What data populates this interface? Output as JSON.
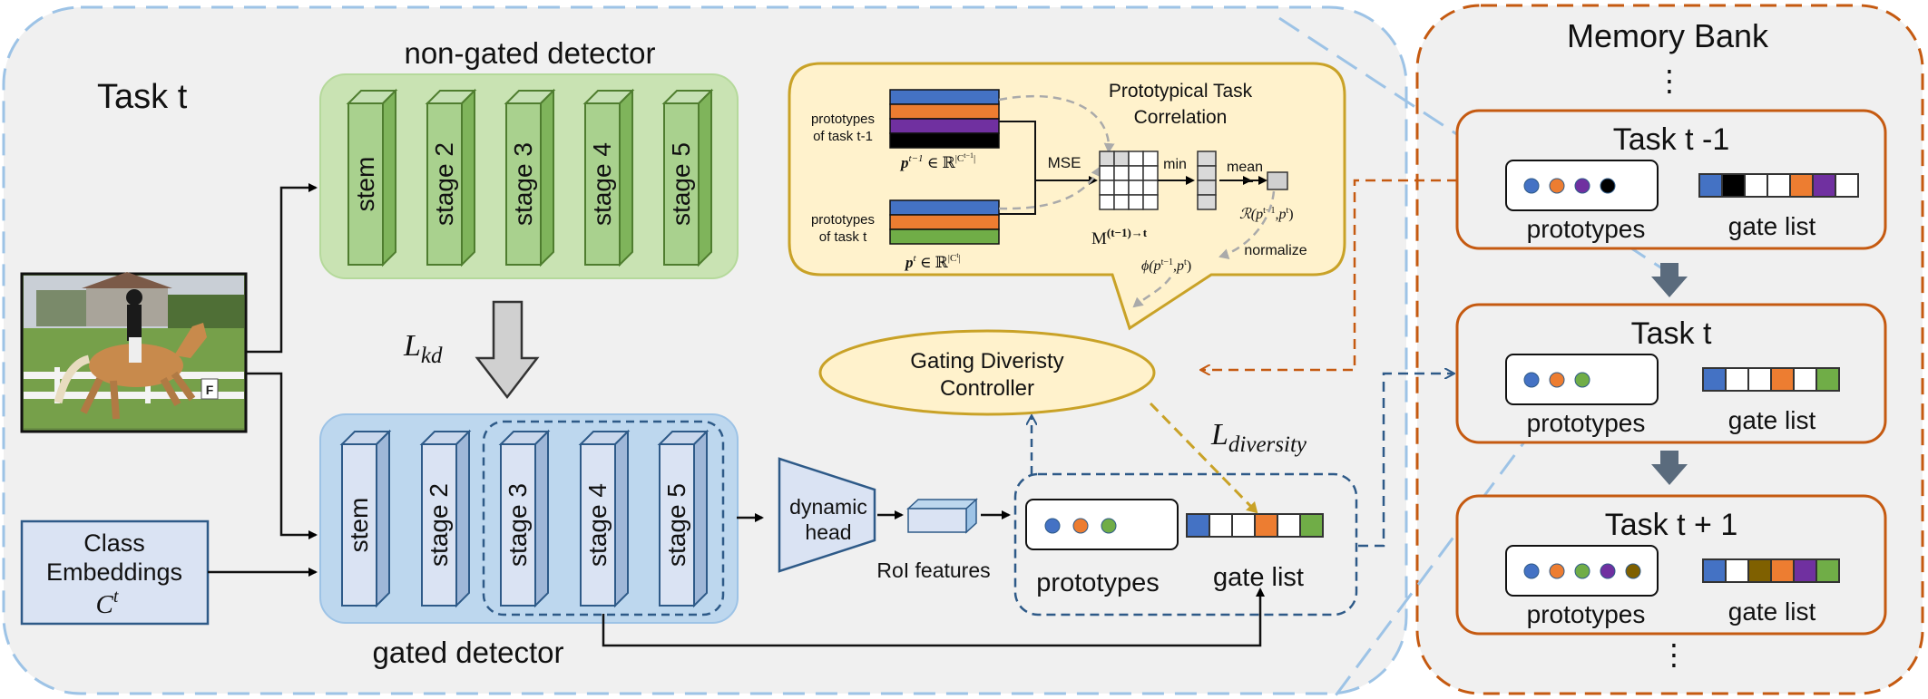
{
  "task_panel": {
    "title": "Task t",
    "non_gated_title": "non-gated detector",
    "gated_title": "gated detector",
    "kd_loss": "L",
    "kd_loss_sub": "kd",
    "ngd_stages": [
      "stem",
      "stage 2",
      "stage 3",
      "stage 4",
      "stage 5"
    ],
    "gd_stages": [
      "stem",
      "stage 2",
      "stage 3",
      "stage 4",
      "stage 5"
    ],
    "class_embeddings_line1": "Class",
    "class_embeddings_line2": "Embeddings",
    "class_embeddings_symbol": "C",
    "class_embeddings_sup": "t",
    "dynamic_head_line1": "dynamic",
    "dynamic_head_line2": "head",
    "roi_label": "RoI features",
    "prototypes_label": "prototypes",
    "gate_list_label": "gate list",
    "gating_line1": "Gating Diveristy",
    "gating_line2": "Controller",
    "diversity_loss": "L",
    "diversity_loss_sub": "diversity"
  },
  "correlation": {
    "title_line1": "Prototypical Task",
    "title_line2": "Correlation",
    "proto_prev_line1": "prototypes",
    "proto_prev_line2": "of task t-1",
    "proto_cur_line1": "prototypes",
    "proto_cur_line2": "of task t",
    "eq_prev": "p",
    "eq_prev_sup": "t−1",
    "eq_prev_in": " ∈ ℝ",
    "eq_prev_set": "|C",
    "eq_prev_set_sup": "t−1",
    "eq_prev_set_end": "|",
    "eq_cur": "p",
    "eq_cur_sup": "t",
    "eq_cur_in": " ∈ ℝ",
    "eq_cur_set": "|C",
    "eq_cur_set_sup": "t",
    "eq_cur_set_end": "|",
    "mse": "MSE",
    "min": "min",
    "mean": "mean",
    "matrix_label": "M",
    "matrix_sup": "(t−1)→t",
    "r_label": "ℛ(p",
    "r_sup": "t−1",
    "r_mid": ",p",
    "r_sup2": "t",
    "r_end": ")",
    "phi_label": "ϕ(p",
    "phi_sup": "t−1",
    "phi_mid": ",p",
    "phi_sup2": "t",
    "phi_end": ")",
    "normalize": "normalize"
  },
  "memory_bank": {
    "title": "Memory Bank",
    "dots": "⋮",
    "tasks": [
      {
        "title": "Task t -1",
        "prototypes_label": "prototypes",
        "gate_list_label": "gate list"
      },
      {
        "title": "Task t",
        "prototypes_label": "prototypes",
        "gate_list_label": "gate list"
      },
      {
        "title": "Task t + 1",
        "prototypes_label": "prototypes",
        "gate_list_label": "gate list"
      }
    ]
  },
  "colors": {
    "blue": "#4472c4",
    "orange": "#ed7d31",
    "green": "#70ad47",
    "purple": "#7030a0",
    "black": "#000000",
    "brown": "#7f6000",
    "memory_border": "#c55a11",
    "panel_bg": "#f0f0f0",
    "yellow_bg": "#fff2cc",
    "yellow_border": "#c9a227"
  }
}
